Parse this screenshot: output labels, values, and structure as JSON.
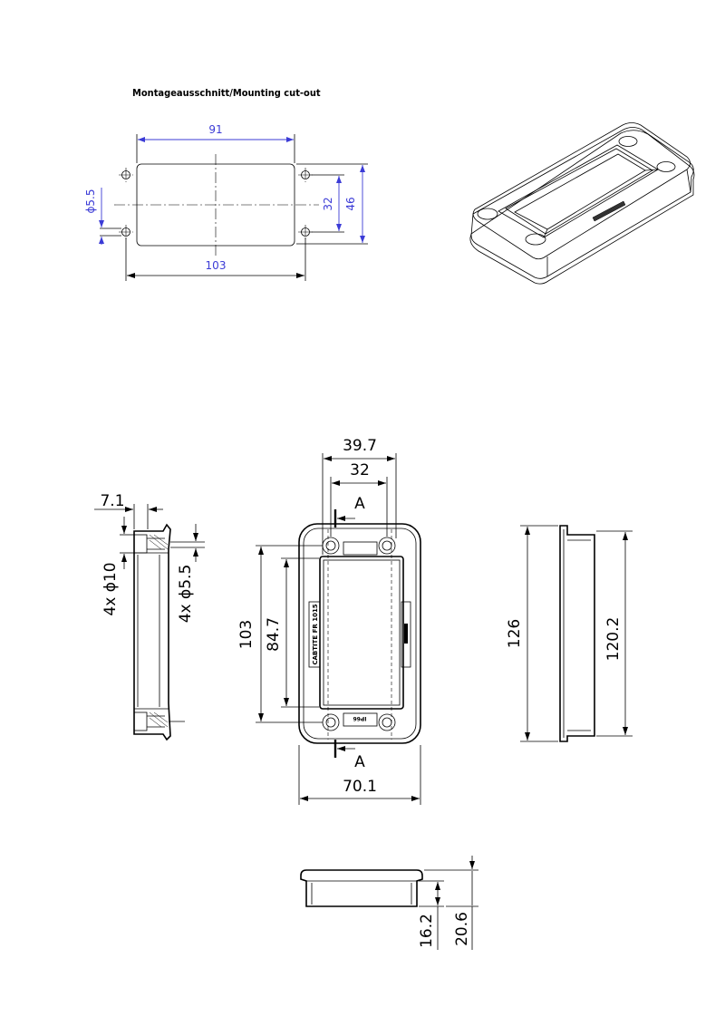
{
  "title": "Montageausschnitt/Mounting cut-out",
  "cutout": {
    "width": "91",
    "hole_dia": "ϕ5.5",
    "hole_pitch": "32",
    "height": "46",
    "overall": "103"
  },
  "front_view": {
    "outer_width": "39.7",
    "inner_width": "32",
    "section_label": "A",
    "height": "103",
    "inner_height": "84.7",
    "overall_width": "70.1",
    "badge_text": "CABTITE FR 1015",
    "small_label": "IP66"
  },
  "side_view": {
    "depth": "7.1",
    "hole_big": "4x ϕ10",
    "hole_small": "4x ϕ5.5"
  },
  "right_view": {
    "overall_height": "126",
    "inner_height": "120.2"
  },
  "bottom_view": {
    "depth_inner": "16.2",
    "depth_overall": "20.6"
  },
  "colors": {
    "dimension_blue": "#3b3bd6",
    "line": "#000000"
  }
}
